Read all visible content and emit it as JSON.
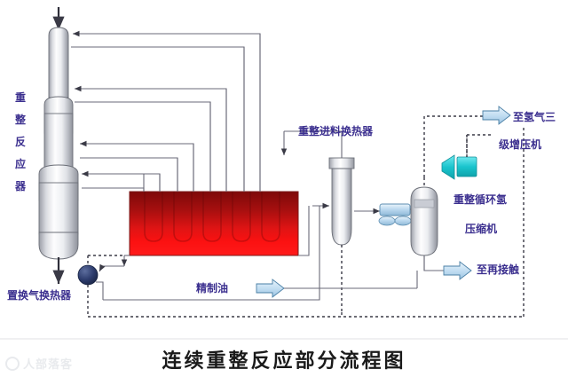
{
  "title": "连续重整反应部分流程图",
  "labels": {
    "reactor": "重整反应器",
    "displacement_gas_exchanger": "置换气换热器",
    "refined_oil": "精制油",
    "reforming_feed_exchanger": "重整进料换热器",
    "to_hydrogen_booster_line1": "至氢气三",
    "to_hydrogen_booster_line2": "级增压机",
    "recycle_hydrogen_compressor_line1": "重整循环氢",
    "recycle_hydrogen_compressor_line2": "压缩机",
    "to_recontacting": "至再接触"
  },
  "watermark": {
    "text": "人部落客"
  },
  "colors": {
    "label_text": "#3b2f8f",
    "title_text": "#1a1a1a",
    "furnace_top": "#8a0c0c",
    "furnace_bottom": "#ff0000",
    "pipe_line": "#5a5a6a",
    "arrow_blue_fill": "#bcd8ee",
    "arrow_blue_stroke": "#4a7fa5",
    "compressor_cyan": "#17c6cf",
    "pump_navy": "#2b3a6b",
    "vessel_light": "#fbfbfd",
    "vessel_shade": "#a9acb4"
  },
  "equipment": [
    {
      "name": "reforming-reactor",
      "type": "stacked-reactor-column"
    },
    {
      "name": "reforming-heater-furnace",
      "type": "fired-heater"
    },
    {
      "name": "reforming-feed-exchanger",
      "type": "vertical-vessel"
    },
    {
      "name": "product-cooler",
      "type": "cooler-box"
    },
    {
      "name": "separator-drum",
      "type": "vertical-drum"
    },
    {
      "name": "recycle-hydrogen-compressor",
      "type": "compressor"
    },
    {
      "name": "displacement-gas-exchanger",
      "type": "pump-circle"
    }
  ],
  "streams": [
    {
      "name": "reactor-feed-inlet",
      "style": "solid-arrow"
    },
    {
      "name": "reactor-outlet-bottom",
      "style": "solid-arrow"
    },
    {
      "name": "refined-oil-out",
      "style": "blue-arrow"
    },
    {
      "name": "to-hydrogen-booster",
      "style": "blue-arrow"
    },
    {
      "name": "to-recontacting",
      "style": "blue-arrow"
    },
    {
      "name": "catalyst-dashed-loop",
      "style": "dotted"
    }
  ]
}
